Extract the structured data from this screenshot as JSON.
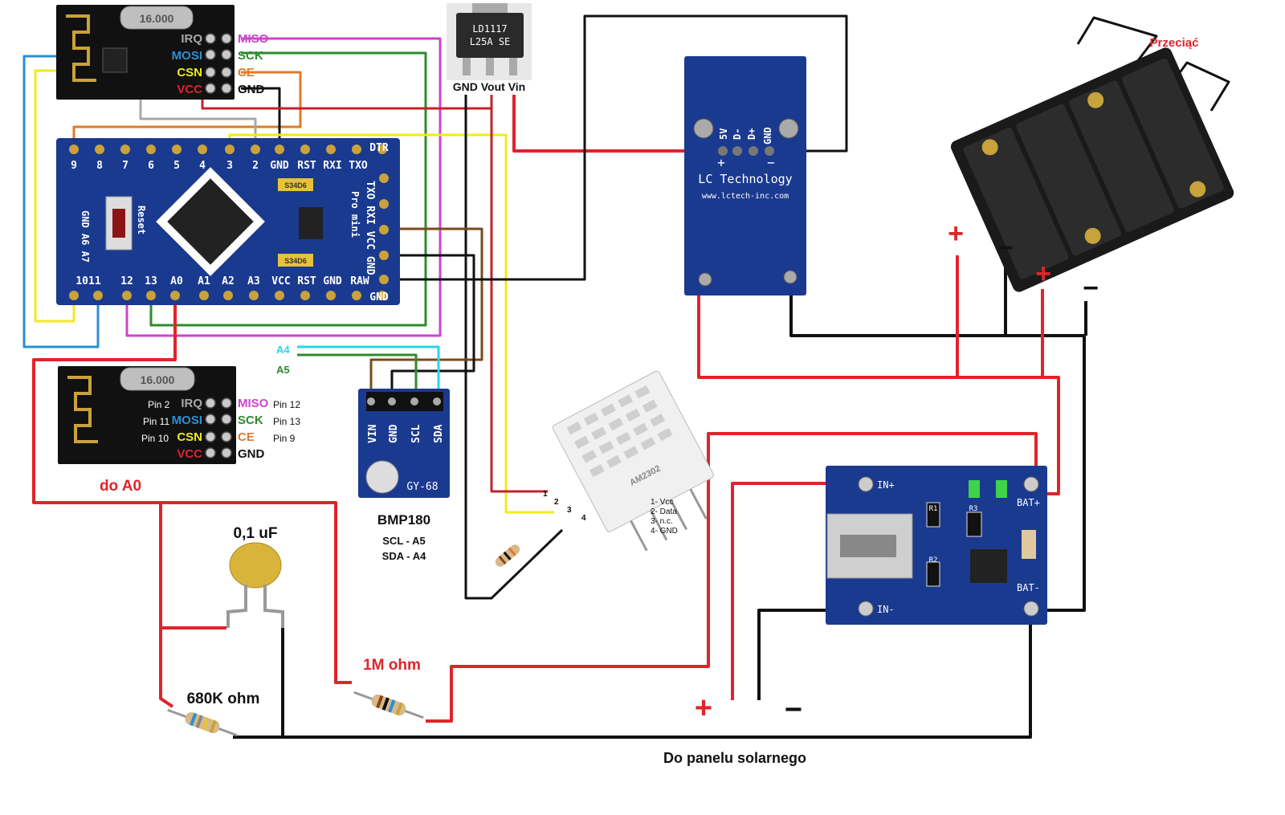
{
  "nrf_top": {
    "crystal": "16.000",
    "pins_left": [
      "IRQ",
      "MOSI",
      "CSN",
      "VCC"
    ],
    "pins_right": [
      "MISO",
      "SCK",
      "CE",
      "GND"
    ]
  },
  "nrf_bottom": {
    "crystal": "16.000",
    "pins_left": [
      "IRQ",
      "MOSI",
      "CSN",
      "VCC"
    ],
    "pins_right": [
      "MISO",
      "SCK",
      "CE",
      "GND"
    ],
    "arduino_left": [
      "Pin 2",
      "Pin 11",
      "Pin 10"
    ],
    "arduino_right": [
      "Pin 12",
      "Pin 13",
      "Pin 9"
    ]
  },
  "regulator": {
    "marking_line1": "LD1117",
    "marking_line2": "L25A SE",
    "pins": "GND Vout Vin"
  },
  "arduino": {
    "top_pins": [
      "9",
      "8",
      "7",
      "6",
      "5",
      "4",
      "3",
      "2",
      "GND",
      "RST",
      "RXI",
      "TXO"
    ],
    "dtr": "DTR",
    "bottom_pins": [
      "1011",
      "12",
      "13",
      "A0",
      "A1",
      "A2",
      "A3",
      "VCC",
      "RST",
      "GND",
      "RAW"
    ],
    "bottom_gnd": "GND",
    "right_side": "TXO RXI VCC GND",
    "right_model": "Pro mini",
    "left_side": "GND A6 A7",
    "reset": "Reset",
    "cap1": "S34D6",
    "cap2": "S34D6"
  },
  "usb_module": {
    "pins": [
      "5V",
      "D-",
      "D+",
      "GND"
    ],
    "plus": "+",
    "minus": "−",
    "brand": "LC Technology",
    "url": "www.lctech-inc.com"
  },
  "battery": {
    "cut_label": "Przeciąć",
    "plus1": "+",
    "minus1": "−",
    "plus2": "+",
    "minus2": "−"
  },
  "a4_label": "A4",
  "a5_label": "A5",
  "bmp180": {
    "pins": [
      "VIN",
      "GND",
      "SCL",
      "SDA"
    ],
    "board": "GY-68",
    "title": "BMP180",
    "scl": "SCL - A5",
    "sda": "SDA - A4"
  },
  "dht": {
    "model": "AM2302",
    "pin_numbers": [
      "1",
      "2",
      "3",
      "4"
    ],
    "legend": [
      "1- Vcc",
      "2- Data",
      "3- n.c.",
      "4- GND"
    ]
  },
  "charger": {
    "in_plus": "IN+",
    "in_minus": "IN-",
    "bat_plus": "BAT+",
    "bat_minus": "BAT-",
    "r1": "R1",
    "r2": "R2",
    "r3": "R3"
  },
  "do_a0": "do A0",
  "cap_label": "0,1 uF",
  "r1m_label": "1M ohm",
  "r680_label": "680K ohm",
  "solar_plus": "+",
  "solar_minus": "−",
  "solar_label": "Do panelu solarnego",
  "colors": {
    "red": "#e0242a",
    "black": "#111111",
    "dark_red": "#8b1515",
    "yellow": "#f2ea1e",
    "magenta": "#cc44cc",
    "green": "#2e8b2e",
    "blue": "#2a8fd4",
    "orange": "#e07a2a",
    "gray": "#a8a8a8",
    "brown": "#7a4a1a",
    "cyan": "#2ad4e8",
    "pcb_blue": "#1a3a8f",
    "pcb_black": "#111111"
  }
}
